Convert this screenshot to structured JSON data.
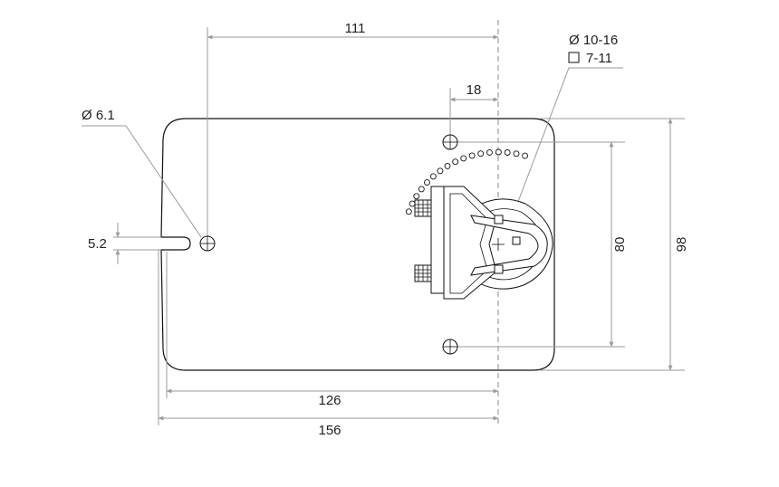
{
  "drawing": {
    "dim_top": "111",
    "dim_offset": "18",
    "hole_dia": "Ø 6.1",
    "slot_width": "5.2",
    "shaft_round": "Ø 10-16",
    "shaft_square": "7-11",
    "dim_height_inner": "80",
    "dim_height_total": "98",
    "dim_width_inner": "126",
    "dim_width_total": "156"
  }
}
